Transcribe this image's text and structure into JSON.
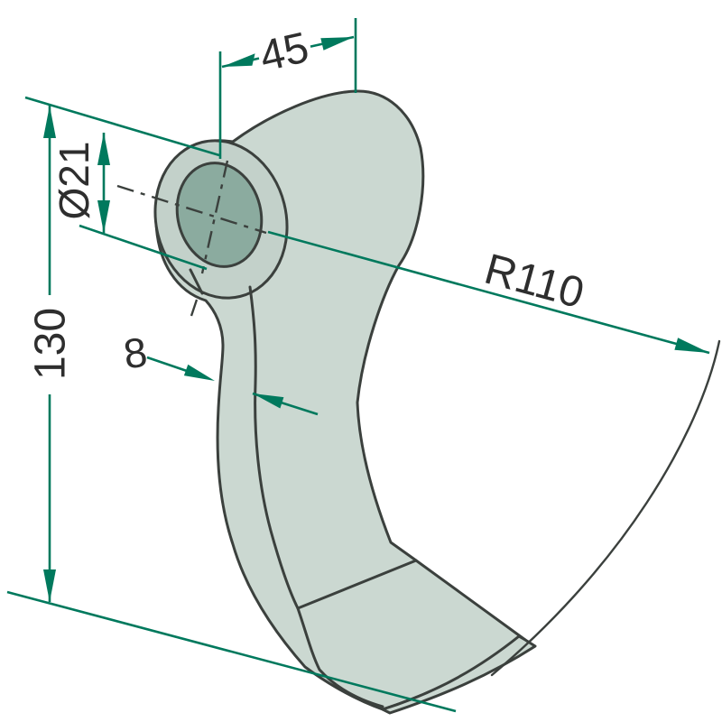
{
  "drawing": {
    "title": "Flail blade technical drawing",
    "part": "flail-blade",
    "background": "#ffffff",
    "colors": {
      "dimension_lines": "#00795d",
      "part_outline": "#3b403d",
      "part_body": "#cbd8d1",
      "eye_ring": "#c3d1ca",
      "bore_fill": "#8bab9f",
      "text": "#2e2e2e"
    },
    "dimensions": {
      "width": {
        "label": "45"
      },
      "bore": {
        "label": "Ø21"
      },
      "height": {
        "label": "130"
      },
      "radius": {
        "label": "R110"
      },
      "thickness": {
        "label": "8"
      }
    }
  }
}
